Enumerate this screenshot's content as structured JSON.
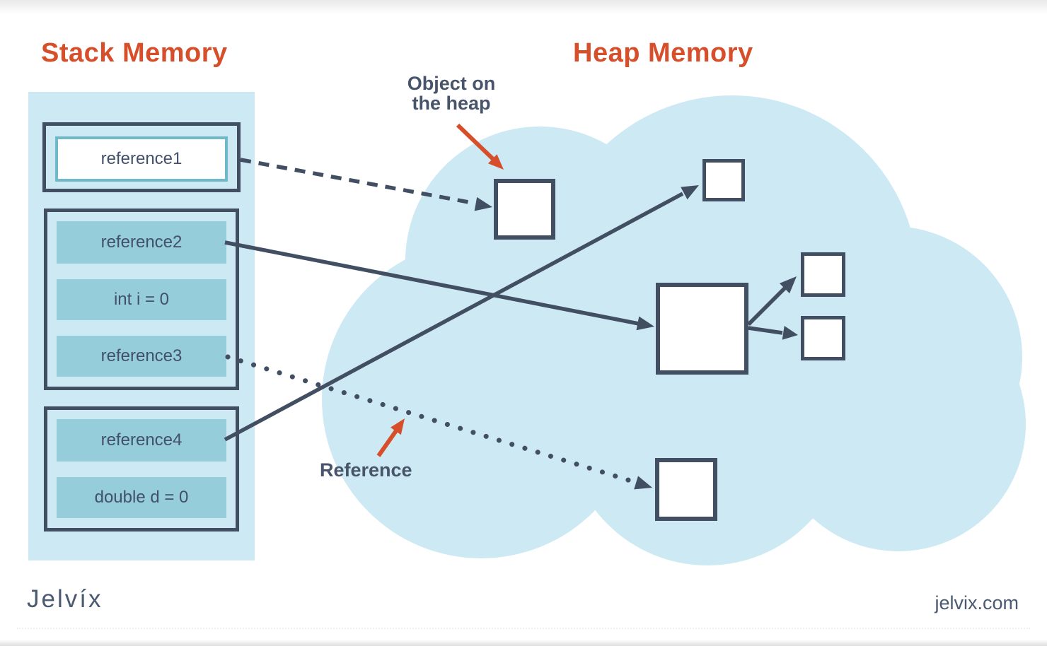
{
  "header": {
    "stack_title": "Stack Memory",
    "heap_title": "Heap Memory"
  },
  "stack": {
    "frame1": {
      "slot1": "reference1"
    },
    "frame2": {
      "slot1": "reference2",
      "slot2": "int i = 0",
      "slot3": "reference3"
    },
    "frame3": {
      "slot1": "reference4",
      "slot2": "double d = 0"
    }
  },
  "annotations": {
    "object_on_heap_line1": "Object on",
    "object_on_heap_line2": "the heap",
    "reference_label": "Reference"
  },
  "footer": {
    "logo_text": "Jelvíx",
    "website": "jelvix.com"
  },
  "colors": {
    "accent_red": "#d74e2b",
    "navy": "#424f62",
    "cloud_blue": "#cde9f3",
    "slot_teal": "#95cdda",
    "reference1_border_teal": "#6fb9c9",
    "text_navy": "#47546a"
  }
}
